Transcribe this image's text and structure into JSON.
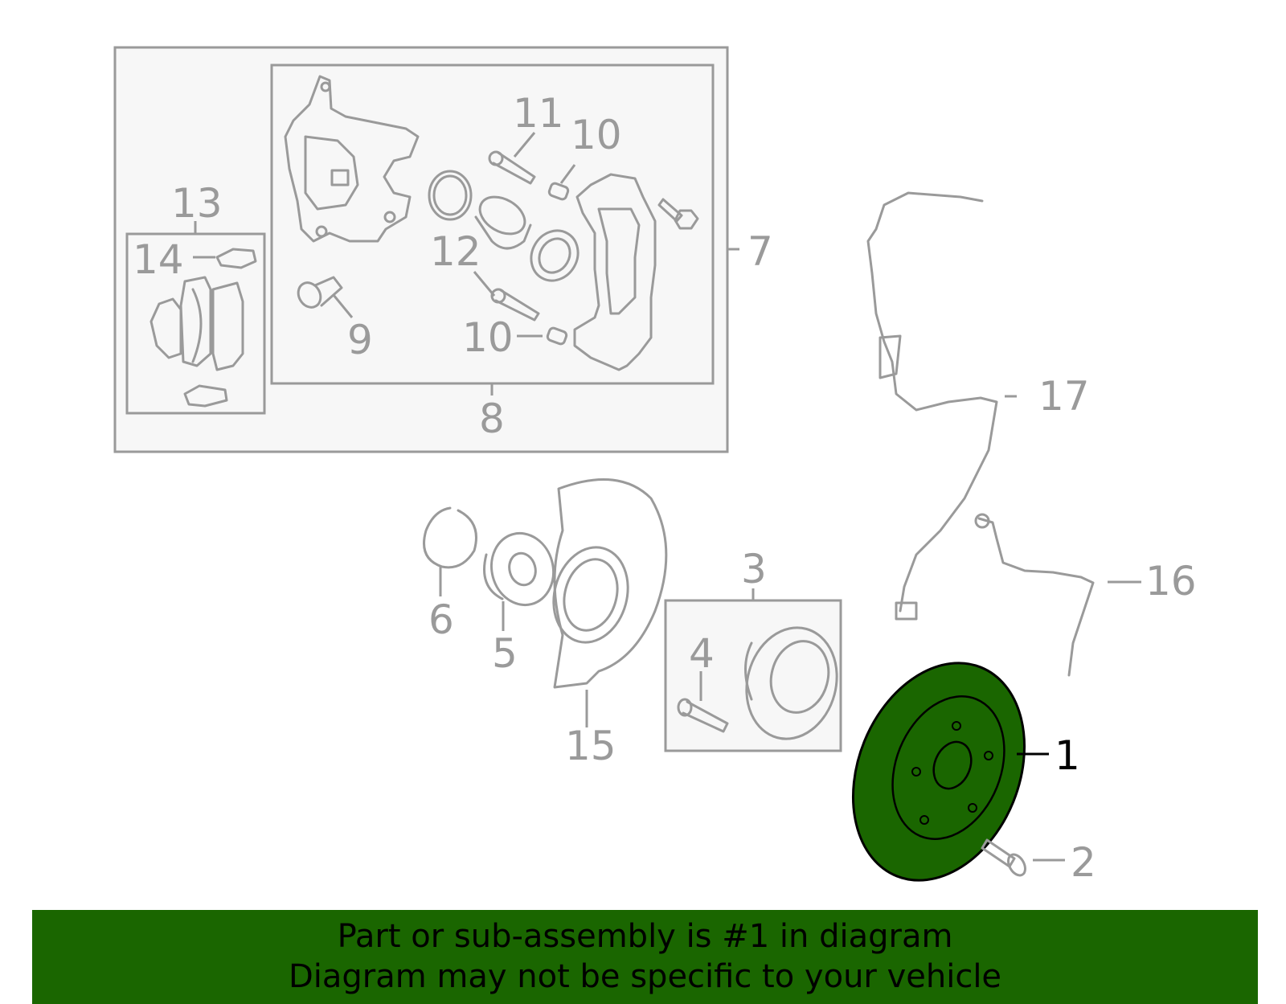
{
  "diagram": {
    "highlight_color": "#1a6600",
    "callouts": {
      "c1": "1",
      "c2": "2",
      "c3": "3",
      "c4": "4",
      "c5": "5",
      "c6": "6",
      "c7": "7",
      "c8": "8",
      "c9": "9",
      "c10a": "10",
      "c10b": "10",
      "c11": "11",
      "c12": "12",
      "c13": "13",
      "c14": "14",
      "c15": "15",
      "c16": "16",
      "c17": "17"
    },
    "highlighted_part": "1"
  },
  "banner": {
    "line1": "Part or sub-assembly is #1 in diagram",
    "line2": "Diagram may not be specific to your vehicle"
  }
}
